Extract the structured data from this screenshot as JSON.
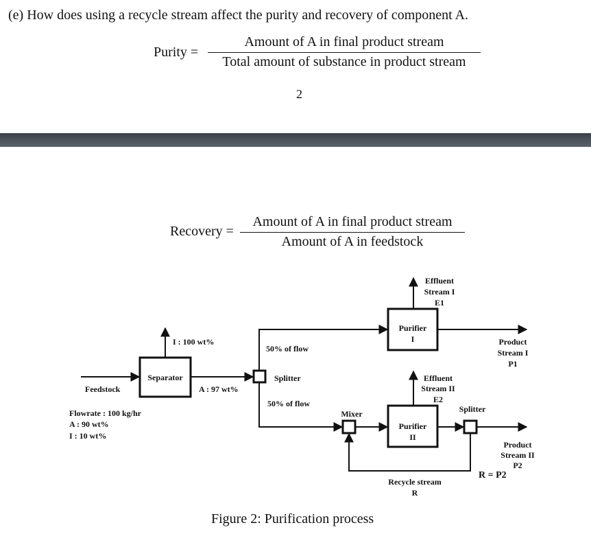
{
  "question": {
    "text": "(e) How does using a recycle stream affect the purity and recovery of component A."
  },
  "purity": {
    "label": "Purity =",
    "numerator": "Amount of A in final product stream",
    "denominator": "Total amount of substance in product stream"
  },
  "page_number": "2",
  "recovery": {
    "label": "Recovery =",
    "numerator": "Amount of A in final product stream",
    "denominator": "Amount of A in feedstock"
  },
  "diagram": {
    "feedstock": "Feedstock",
    "flowrate": "Flowrate : 100 kg/hr",
    "feed_a": "A : 90 wt%",
    "feed_i": "I : 10 wt%",
    "separator": "Separator",
    "separator_top": "I : 100 wt%",
    "separator_bottom": "A : 97 wt%",
    "splitter1": "Splitter",
    "flow_upper": "50% of flow",
    "flow_lower": "50% of flow",
    "purifier1_line1": "Purifier",
    "purifier1_line2": "I",
    "effluent1_line1": "Effluent",
    "effluent1_line2": "Stream I",
    "effluent1_line3": "E1",
    "product1_line1": "Product",
    "product1_line2": "Stream I",
    "product1_line3": "P1",
    "mixer": "Mixer",
    "purifier2_line1": "Purifier",
    "purifier2_line2": "II",
    "effluent2_line1": "Effluent",
    "effluent2_line2": "Stream II",
    "effluent2_line3": "E2",
    "splitter2": "Splitter",
    "product2_line1": "Product",
    "product2_line2": "Stream II",
    "product2_line3": "P2",
    "recycle_line1": "Recycle stream",
    "recycle_line2": "R",
    "ratio": "R = P2"
  },
  "caption": "Figure 2: Purification process"
}
